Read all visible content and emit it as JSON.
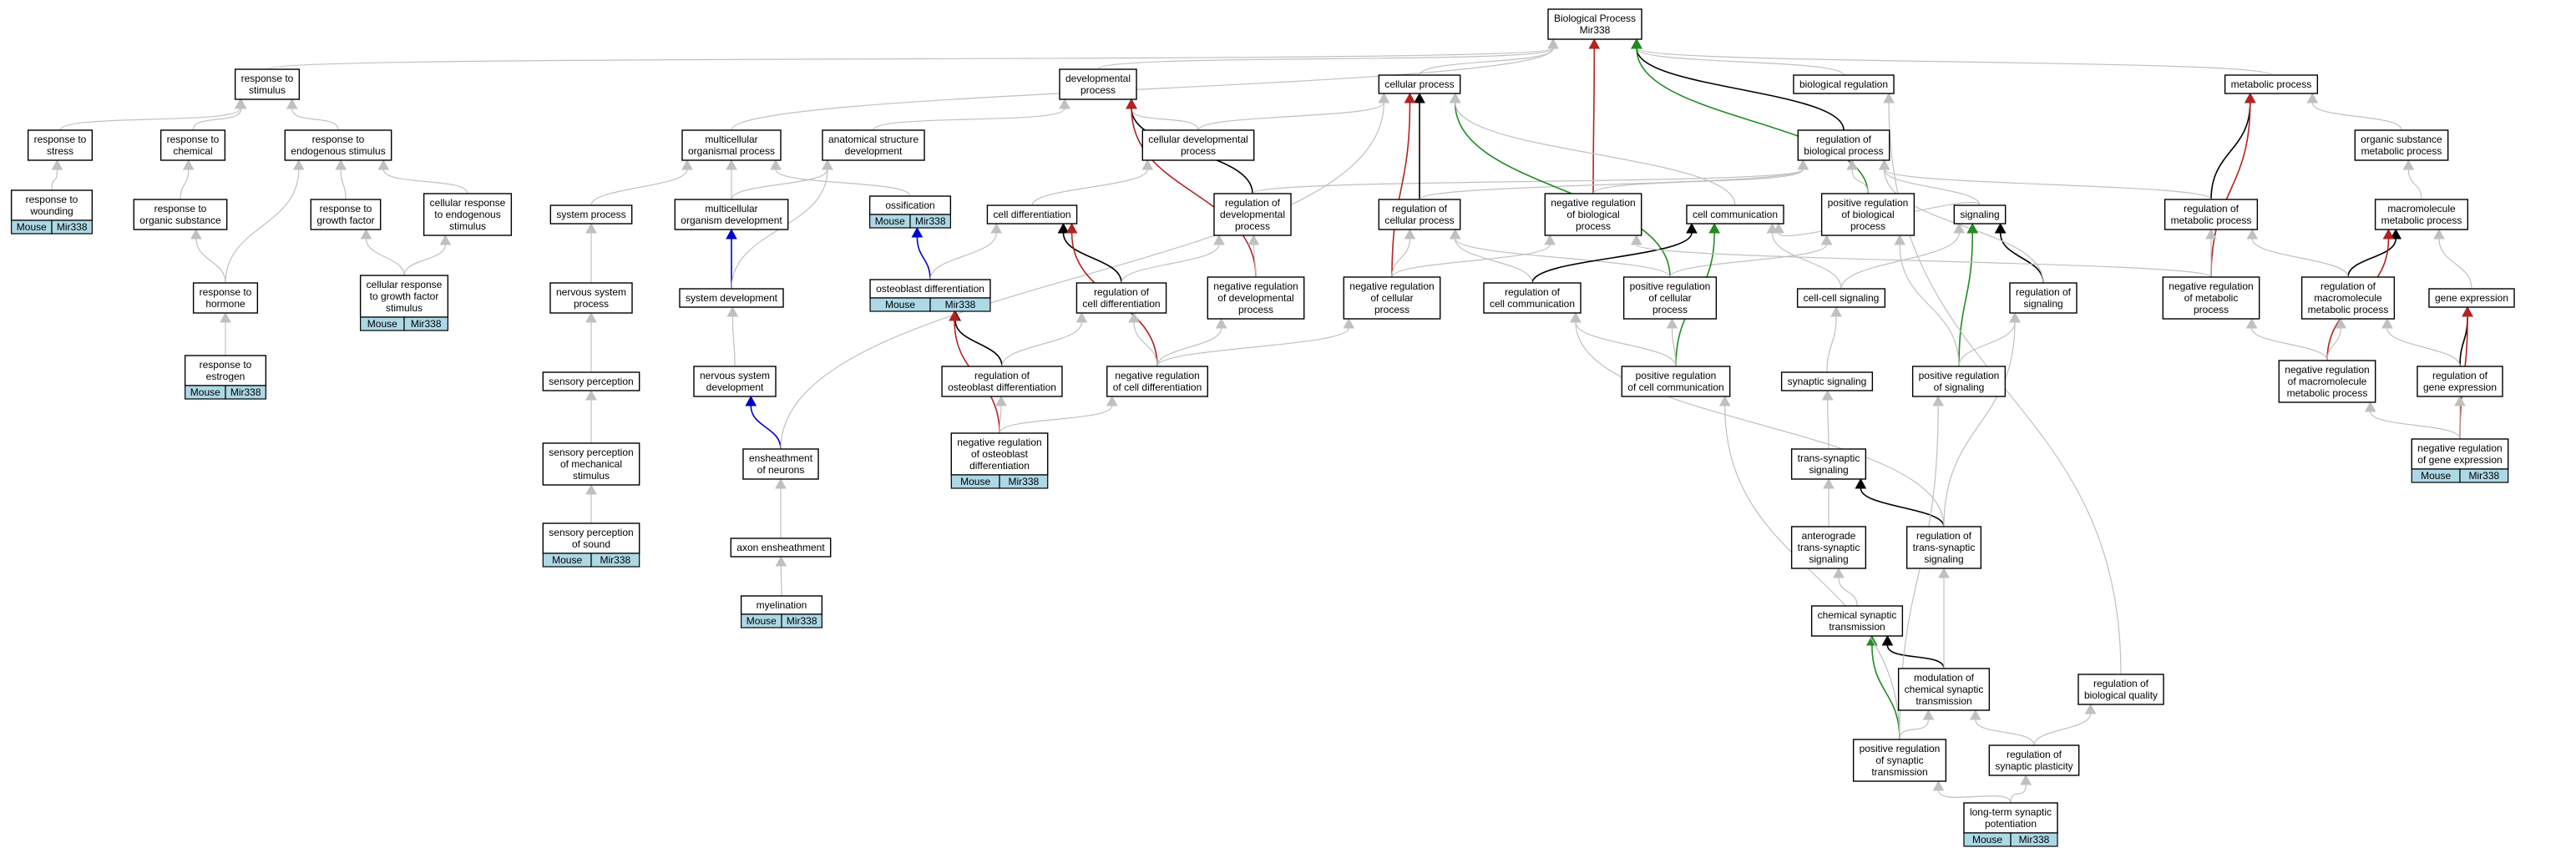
{
  "colors": {
    "background": "#ffffff",
    "node_border": "#000000",
    "badge_fill": "#add8e6",
    "edge_is_a": "#c0c0c0",
    "edge_part_of": "#000000",
    "edge_negatively_regulates": "#b22222",
    "edge_positively_regulates": "#228b22",
    "edge_regulates": "#0000cd"
  },
  "nodes": [
    {
      "id": "root",
      "lines": [
        "Biological Process",
        "Mir338"
      ]
    },
    {
      "id": "resp_stim",
      "lines": [
        "response to",
        "stimulus"
      ]
    },
    {
      "id": "dev_proc",
      "lines": [
        "developmental",
        "process"
      ]
    },
    {
      "id": "cell_proc",
      "lines": [
        "cellular process"
      ]
    },
    {
      "id": "bio_reg",
      "lines": [
        "biological regulation"
      ]
    },
    {
      "id": "met_proc",
      "lines": [
        "metabolic process"
      ]
    },
    {
      "id": "resp_stress",
      "lines": [
        "response to",
        "stress"
      ]
    },
    {
      "id": "resp_chem",
      "lines": [
        "response to",
        "chemical"
      ]
    },
    {
      "id": "resp_endo",
      "lines": [
        "response to",
        "endogenous stimulus"
      ]
    },
    {
      "id": "multi_org",
      "lines": [
        "multicellular",
        "organismal process"
      ]
    },
    {
      "id": "anat_dev",
      "lines": [
        "anatomical structure",
        "development"
      ]
    },
    {
      "id": "cell_dev",
      "lines": [
        "cellular developmental",
        "process"
      ]
    },
    {
      "id": "reg_bio",
      "lines": [
        "regulation of",
        "biological process"
      ]
    },
    {
      "id": "org_sub",
      "lines": [
        "organic substance",
        "metabolic process"
      ]
    },
    {
      "id": "resp_wound",
      "lines": [
        "response to",
        "wounding"
      ],
      "badge": [
        "Mouse",
        "Mir338"
      ]
    },
    {
      "id": "resp_org",
      "lines": [
        "response to",
        "organic substance"
      ]
    },
    {
      "id": "resp_gf",
      "lines": [
        "response to",
        "growth factor"
      ]
    },
    {
      "id": "cell_resp_endo",
      "lines": [
        "cellular response",
        "to endogenous",
        "stimulus"
      ]
    },
    {
      "id": "sys_proc",
      "lines": [
        "system process"
      ]
    },
    {
      "id": "multi_dev",
      "lines": [
        "multicellular",
        "organism development"
      ]
    },
    {
      "id": "ossif",
      "lines": [
        "ossification"
      ],
      "badge": [
        "Mouse",
        "Mir338"
      ]
    },
    {
      "id": "cell_diff",
      "lines": [
        "cell differentiation"
      ]
    },
    {
      "id": "reg_dev",
      "lines": [
        "regulation of",
        "developmental",
        "process"
      ]
    },
    {
      "id": "reg_cell_proc",
      "lines": [
        "regulation of",
        "cellular process"
      ]
    },
    {
      "id": "neg_reg_bio",
      "lines": [
        "negative regulation",
        "of biological",
        "process"
      ]
    },
    {
      "id": "cell_comm",
      "lines": [
        "cell communication"
      ]
    },
    {
      "id": "pos_reg_bio",
      "lines": [
        "positive regulation",
        "of biological",
        "process"
      ]
    },
    {
      "id": "signaling",
      "lines": [
        "signaling"
      ]
    },
    {
      "id": "reg_met",
      "lines": [
        "regulation of",
        "metabolic process"
      ]
    },
    {
      "id": "macro_met",
      "lines": [
        "macromolecule",
        "metabolic process"
      ]
    },
    {
      "id": "resp_hormone",
      "lines": [
        "response to",
        "hormone"
      ]
    },
    {
      "id": "cell_resp_gf",
      "lines": [
        "cellular response",
        "to growth factor",
        "stimulus"
      ],
      "badge": [
        "Mouse",
        "Mir338"
      ]
    },
    {
      "id": "nerv_sys_proc",
      "lines": [
        "nervous system",
        "process"
      ]
    },
    {
      "id": "sys_dev",
      "lines": [
        "system development"
      ]
    },
    {
      "id": "osteo_diff",
      "lines": [
        "osteoblast differentiation"
      ],
      "badge": [
        "Mouse",
        "Mir338"
      ]
    },
    {
      "id": "reg_cell_diff",
      "lines": [
        "regulation of",
        "cell differentiation"
      ]
    },
    {
      "id": "neg_reg_dev",
      "lines": [
        "negative regulation",
        "of developmental",
        "process"
      ]
    },
    {
      "id": "neg_reg_cell_proc",
      "lines": [
        "negative regulation",
        "of cellular",
        "process"
      ]
    },
    {
      "id": "reg_cell_comm",
      "lines": [
        "regulation of",
        "cell communication"
      ]
    },
    {
      "id": "pos_reg_cell_proc",
      "lines": [
        "positive regulation",
        "of cellular",
        "process"
      ]
    },
    {
      "id": "cc_signaling",
      "lines": [
        "cell-cell signaling"
      ]
    },
    {
      "id": "reg_signaling",
      "lines": [
        "regulation of",
        "signaling"
      ]
    },
    {
      "id": "neg_reg_met",
      "lines": [
        "negative regulation",
        "of metabolic",
        "process"
      ]
    },
    {
      "id": "reg_macro_met",
      "lines": [
        "regulation of",
        "macromolecule",
        "metabolic process"
      ]
    },
    {
      "id": "gene_expr",
      "lines": [
        "gene expression"
      ]
    },
    {
      "id": "resp_estrogen",
      "lines": [
        "response to",
        "estrogen"
      ],
      "badge": [
        "Mouse",
        "Mir338"
      ]
    },
    {
      "id": "sens_perc",
      "lines": [
        "sensory perception"
      ]
    },
    {
      "id": "nerv_sys_dev",
      "lines": [
        "nervous system",
        "development"
      ]
    },
    {
      "id": "reg_osteo",
      "lines": [
        "regulation of",
        "osteoblast differentiation"
      ]
    },
    {
      "id": "neg_reg_cell_diff",
      "lines": [
        "negative regulation",
        "of cell differentiation"
      ]
    },
    {
      "id": "pos_reg_cell_comm",
      "lines": [
        "positive regulation",
        "of cell communication"
      ]
    },
    {
      "id": "syn_signaling",
      "lines": [
        "synaptic signaling"
      ]
    },
    {
      "id": "pos_reg_signaling",
      "lines": [
        "positive regulation",
        "of signaling"
      ]
    },
    {
      "id": "neg_reg_macro_met",
      "lines": [
        "negative regulation",
        "of macromolecule",
        "metabolic process"
      ]
    },
    {
      "id": "reg_gene_expr",
      "lines": [
        "regulation of",
        "gene expression"
      ]
    },
    {
      "id": "sens_mech",
      "lines": [
        "sensory perception",
        "of mechanical",
        "stimulus"
      ]
    },
    {
      "id": "ensheath_neur",
      "lines": [
        "ensheathment",
        "of neurons"
      ]
    },
    {
      "id": "neg_reg_osteo",
      "lines": [
        "negative regulation",
        "of osteoblast",
        "differentiation"
      ],
      "badge": [
        "Mouse",
        "Mir338"
      ]
    },
    {
      "id": "trans_syn",
      "lines": [
        "trans-synaptic",
        "signaling"
      ]
    },
    {
      "id": "neg_reg_gene_expr",
      "lines": [
        "negative regulation",
        "of gene expression"
      ],
      "badge": [
        "Mouse",
        "Mir338"
      ]
    },
    {
      "id": "sens_sound",
      "lines": [
        "sensory perception",
        "of sound"
      ],
      "badge": [
        "Mouse",
        "Mir338"
      ]
    },
    {
      "id": "axon_ensheath",
      "lines": [
        "axon ensheathment"
      ]
    },
    {
      "id": "antero",
      "lines": [
        "anterograde",
        "trans-synaptic",
        "signaling"
      ]
    },
    {
      "id": "reg_trans_syn",
      "lines": [
        "regulation of",
        "trans-synaptic",
        "signaling"
      ]
    },
    {
      "id": "myelin",
      "lines": [
        "myelination"
      ],
      "badge": [
        "Mouse",
        "Mir338"
      ]
    },
    {
      "id": "chem_syn",
      "lines": [
        "chemical synaptic",
        "transmission"
      ]
    },
    {
      "id": "mod_chem_syn",
      "lines": [
        "modulation of",
        "chemical synaptic",
        "transmission"
      ]
    },
    {
      "id": "reg_bio_qual",
      "lines": [
        "regulation of",
        "biological quality"
      ]
    },
    {
      "id": "pos_reg_syn",
      "lines": [
        "positive regulation",
        "of synaptic",
        "transmission"
      ]
    },
    {
      "id": "reg_syn_plast",
      "lines": [
        "regulation of",
        "synaptic plasticity"
      ]
    },
    {
      "id": "ltp",
      "lines": [
        "long-term synaptic",
        "potentiation"
      ],
      "badge": [
        "Mouse",
        "Mir338"
      ]
    }
  ],
  "edges": [
    {
      "from": "resp_stim",
      "to": "root",
      "type": "is_a"
    },
    {
      "from": "dev_proc",
      "to": "root",
      "type": "is_a"
    },
    {
      "from": "cell_proc",
      "to": "root",
      "type": "is_a"
    },
    {
      "from": "bio_reg",
      "to": "root",
      "type": "is_a"
    },
    {
      "from": "met_proc",
      "to": "root",
      "type": "is_a"
    },
    {
      "from": "reg_bio",
      "to": "root",
      "type": "part_of"
    },
    {
      "from": "neg_reg_bio",
      "to": "root",
      "type": "negatively_regulates"
    },
    {
      "from": "pos_reg_bio",
      "to": "root",
      "type": "positively_regulates"
    },
    {
      "from": "resp_stress",
      "to": "resp_stim",
      "type": "is_a"
    },
    {
      "from": "resp_chem",
      "to": "resp_stim",
      "type": "is_a"
    },
    {
      "from": "resp_endo",
      "to": "resp_stim",
      "type": "is_a"
    },
    {
      "from": "resp_wound",
      "to": "resp_stress",
      "type": "is_a"
    },
    {
      "from": "resp_org",
      "to": "resp_chem",
      "type": "is_a"
    },
    {
      "from": "resp_hormone",
      "to": "resp_org",
      "type": "is_a"
    },
    {
      "from": "resp_hormone",
      "to": "resp_endo",
      "type": "is_a"
    },
    {
      "from": "resp_gf",
      "to": "resp_endo",
      "type": "is_a"
    },
    {
      "from": "cell_resp_endo",
      "to": "resp_endo",
      "type": "is_a"
    },
    {
      "from": "cell_resp_gf",
      "to": "resp_gf",
      "type": "is_a"
    },
    {
      "from": "cell_resp_gf",
      "to": "cell_resp_endo",
      "type": "is_a"
    },
    {
      "from": "resp_estrogen",
      "to": "resp_hormone",
      "type": "is_a"
    },
    {
      "from": "multi_org",
      "to": "root",
      "type": "is_a"
    },
    {
      "from": "anat_dev",
      "to": "dev_proc",
      "type": "is_a"
    },
    {
      "from": "cell_dev",
      "to": "dev_proc",
      "type": "is_a"
    },
    {
      "from": "cell_dev",
      "to": "cell_proc",
      "type": "is_a"
    },
    {
      "from": "sys_proc",
      "to": "multi_org",
      "type": "is_a"
    },
    {
      "from": "multi_dev",
      "to": "multi_org",
      "type": "is_a"
    },
    {
      "from": "multi_dev",
      "to": "anat_dev",
      "type": "is_a"
    },
    {
      "from": "ossif",
      "to": "multi_org",
      "type": "is_a"
    },
    {
      "from": "nerv_sys_proc",
      "to": "sys_proc",
      "type": "is_a"
    },
    {
      "from": "sens_perc",
      "to": "nerv_sys_proc",
      "type": "is_a"
    },
    {
      "from": "sens_mech",
      "to": "sens_perc",
      "type": "is_a"
    },
    {
      "from": "sens_sound",
      "to": "sens_mech",
      "type": "is_a"
    },
    {
      "from": "sys_dev",
      "to": "multi_dev",
      "type": "regulates"
    },
    {
      "from": "sys_dev",
      "to": "anat_dev",
      "type": "is_a"
    },
    {
      "from": "nerv_sys_dev",
      "to": "sys_dev",
      "type": "is_a"
    },
    {
      "from": "ensheath_neur",
      "to": "nerv_sys_dev",
      "type": "regulates"
    },
    {
      "from": "ensheath_neur",
      "to": "cell_proc",
      "type": "is_a"
    },
    {
      "from": "axon_ensheath",
      "to": "ensheath_neur",
      "type": "is_a"
    },
    {
      "from": "myelin",
      "to": "axon_ensheath",
      "type": "is_a"
    },
    {
      "from": "osteo_diff",
      "to": "ossif",
      "type": "regulates"
    },
    {
      "from": "osteo_diff",
      "to": "cell_diff",
      "type": "is_a"
    },
    {
      "from": "cell_diff",
      "to": "cell_dev",
      "type": "is_a"
    },
    {
      "from": "reg_dev",
      "to": "dev_proc",
      "type": "part_of"
    },
    {
      "from": "reg_dev",
      "to": "reg_bio",
      "type": "is_a"
    },
    {
      "from": "reg_cell_diff",
      "to": "cell_diff",
      "type": "part_of"
    },
    {
      "from": "reg_cell_diff",
      "to": "reg_dev",
      "type": "is_a"
    },
    {
      "from": "neg_reg_dev",
      "to": "dev_proc",
      "type": "negatively_regulates"
    },
    {
      "from": "neg_reg_dev",
      "to": "reg_dev",
      "type": "is_a"
    },
    {
      "from": "reg_osteo",
      "to": "osteo_diff",
      "type": "part_of"
    },
    {
      "from": "reg_osteo",
      "to": "reg_cell_diff",
      "type": "is_a"
    },
    {
      "from": "neg_reg_cell_diff",
      "to": "cell_diff",
      "type": "negatively_regulates"
    },
    {
      "from": "neg_reg_cell_diff",
      "to": "reg_cell_diff",
      "type": "is_a"
    },
    {
      "from": "neg_reg_cell_diff",
      "to": "neg_reg_dev",
      "type": "is_a"
    },
    {
      "from": "neg_reg_osteo",
      "to": "osteo_diff",
      "type": "negatively_regulates"
    },
    {
      "from": "neg_reg_osteo",
      "to": "reg_osteo",
      "type": "is_a"
    },
    {
      "from": "neg_reg_osteo",
      "to": "neg_reg_cell_diff",
      "type": "is_a"
    },
    {
      "from": "reg_cell_proc",
      "to": "cell_proc",
      "type": "part_of"
    },
    {
      "from": "reg_cell_proc",
      "to": "reg_bio",
      "type": "is_a"
    },
    {
      "from": "neg_reg_cell_proc",
      "to": "cell_proc",
      "type": "negatively_regulates"
    },
    {
      "from": "neg_reg_cell_proc",
      "to": "reg_cell_proc",
      "type": "is_a"
    },
    {
      "from": "neg_reg_cell_proc",
      "to": "neg_reg_bio",
      "type": "is_a"
    },
    {
      "from": "neg_reg_cell_diff",
      "to": "neg_reg_cell_proc",
      "type": "is_a"
    },
    {
      "from": "neg_reg_bio",
      "to": "reg_bio",
      "type": "is_a"
    },
    {
      "from": "pos_reg_bio",
      "to": "reg_bio",
      "type": "is_a"
    },
    {
      "from": "pos_reg_cell_proc",
      "to": "cell_proc",
      "type": "positively_regulates"
    },
    {
      "from": "pos_reg_cell_proc",
      "to": "reg_cell_proc",
      "type": "is_a"
    },
    {
      "from": "pos_reg_cell_proc",
      "to": "pos_reg_bio",
      "type": "is_a"
    },
    {
      "from": "cell_comm",
      "to": "cell_proc",
      "type": "is_a"
    },
    {
      "from": "reg_cell_comm",
      "to": "cell_comm",
      "type": "part_of"
    },
    {
      "from": "reg_cell_comm",
      "to": "reg_cell_proc",
      "type": "is_a"
    },
    {
      "from": "pos_reg_cell_comm",
      "to": "cell_comm",
      "type": "positively_regulates"
    },
    {
      "from": "pos_reg_cell_comm",
      "to": "reg_cell_comm",
      "type": "is_a"
    },
    {
      "from": "pos_reg_cell_comm",
      "to": "pos_reg_cell_proc",
      "type": "is_a"
    },
    {
      "from": "signaling",
      "to": "reg_bio",
      "type": "is_a"
    },
    {
      "from": "signaling",
      "to": "cell_comm",
      "type": "is_a"
    },
    {
      "from": "cc_signaling",
      "to": "signaling",
      "type": "is_a"
    },
    {
      "from": "cc_signaling",
      "to": "cell_comm",
      "type": "is_a"
    },
    {
      "from": "reg_signaling",
      "to": "signaling",
      "type": "part_of"
    },
    {
      "from": "reg_signaling",
      "to": "reg_bio",
      "type": "is_a"
    },
    {
      "from": "pos_reg_signaling",
      "to": "signaling",
      "type": "positively_regulates"
    },
    {
      "from": "pos_reg_signaling",
      "to": "reg_signaling",
      "type": "is_a"
    },
    {
      "from": "pos_reg_signaling",
      "to": "pos_reg_bio",
      "type": "is_a"
    },
    {
      "from": "syn_signaling",
      "to": "cc_signaling",
      "type": "is_a"
    },
    {
      "from": "trans_syn",
      "to": "syn_signaling",
      "type": "is_a"
    },
    {
      "from": "antero",
      "to": "trans_syn",
      "type": "is_a"
    },
    {
      "from": "reg_trans_syn",
      "to": "trans_syn",
      "type": "part_of"
    },
    {
      "from": "reg_trans_syn",
      "to": "reg_cell_comm",
      "type": "is_a"
    },
    {
      "from": "reg_trans_syn",
      "to": "reg_signaling",
      "type": "is_a"
    },
    {
      "from": "chem_syn",
      "to": "antero",
      "type": "is_a"
    },
    {
      "from": "mod_chem_syn",
      "to": "chem_syn",
      "type": "part_of"
    },
    {
      "from": "mod_chem_syn",
      "to": "reg_trans_syn",
      "type": "is_a"
    },
    {
      "from": "pos_reg_syn",
      "to": "chem_syn",
      "type": "positively_regulates"
    },
    {
      "from": "pos_reg_syn",
      "to": "mod_chem_syn",
      "type": "is_a"
    },
    {
      "from": "pos_reg_syn",
      "to": "pos_reg_cell_comm",
      "type": "is_a"
    },
    {
      "from": "pos_reg_syn",
      "to": "pos_reg_signaling",
      "type": "is_a"
    },
    {
      "from": "reg_syn_plast",
      "to": "mod_chem_syn",
      "type": "is_a"
    },
    {
      "from": "reg_syn_plast",
      "to": "reg_bio_qual",
      "type": "is_a"
    },
    {
      "from": "reg_bio_qual",
      "to": "bio_reg",
      "type": "is_a"
    },
    {
      "from": "ltp",
      "to": "pos_reg_syn",
      "type": "is_a"
    },
    {
      "from": "ltp",
      "to": "reg_syn_plast",
      "type": "is_a"
    },
    {
      "from": "org_sub",
      "to": "met_proc",
      "type": "is_a"
    },
    {
      "from": "macro_met",
      "to": "org_sub",
      "type": "is_a"
    },
    {
      "from": "reg_met",
      "to": "met_proc",
      "type": "part_of"
    },
    {
      "from": "reg_met",
      "to": "reg_bio",
      "type": "is_a"
    },
    {
      "from": "neg_reg_met",
      "to": "met_proc",
      "type": "negatively_regulates"
    },
    {
      "from": "neg_reg_met",
      "to": "reg_met",
      "type": "is_a"
    },
    {
      "from": "neg_reg_met",
      "to": "neg_reg_bio",
      "type": "is_a"
    },
    {
      "from": "reg_macro_met",
      "to": "macro_met",
      "type": "part_of"
    },
    {
      "from": "reg_macro_met",
      "to": "reg_met",
      "type": "is_a"
    },
    {
      "from": "neg_reg_macro_met",
      "to": "macro_met",
      "type": "negatively_regulates"
    },
    {
      "from": "neg_reg_macro_met",
      "to": "reg_macro_met",
      "type": "is_a"
    },
    {
      "from": "neg_reg_macro_met",
      "to": "neg_reg_met",
      "type": "is_a"
    },
    {
      "from": "gene_expr",
      "to": "macro_met",
      "type": "is_a"
    },
    {
      "from": "reg_gene_expr",
      "to": "gene_expr",
      "type": "part_of"
    },
    {
      "from": "reg_gene_expr",
      "to": "reg_macro_met",
      "type": "is_a"
    },
    {
      "from": "neg_reg_gene_expr",
      "to": "gene_expr",
      "type": "negatively_regulates"
    },
    {
      "from": "neg_reg_gene_expr",
      "to": "reg_gene_expr",
      "type": "is_a"
    },
    {
      "from": "neg_reg_gene_expr",
      "to": "neg_reg_macro_met",
      "type": "is_a"
    }
  ]
}
